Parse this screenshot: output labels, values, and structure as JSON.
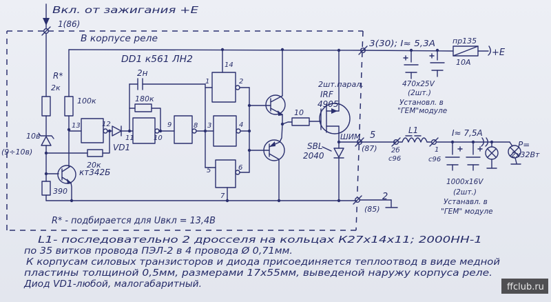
{
  "colors": {
    "ink": "#2a2f6e",
    "paper": "#eaecf2",
    "watermark_bg": "#4f4f52"
  },
  "labels": {
    "ignition": "Вкл. от зажигания +Е",
    "t1": "1(86)",
    "relay_case": "В корпусе реле",
    "dd1": "DD1  к561 ЛН2",
    "r_star": "R*",
    "r_star_val": "2к",
    "r100k": "100к",
    "c2n": "2н",
    "r180k": "180к",
    "vd1": "VD1",
    "zener_v": "10в",
    "zener_range": "(9÷10в)",
    "r20k": "20к",
    "kt342": "кт342Б",
    "r390": "390",
    "r_note": "R* - подбирается для Uвкл = 13,4В",
    "r10": "10",
    "par_note": "2шт.парал.",
    "irf1": "IRF",
    "irf2": "4905",
    "shim": "ШИМ",
    "sbl1": "SBL",
    "sbl2": "2040",
    "t3": "3(30); I≈ 5,3А",
    "fuse_name": "пр135",
    "fuse_a": "10А",
    "plus_e": "+Е",
    "cap470_1": "470х25V",
    "cap470_2": "(2шт.)",
    "cap470_3": "Установл. в",
    "cap470_4": "\"ГЕМ\"модуле",
    "t5": "5",
    "t5b": "(87)",
    "c2b": "2б",
    "c2b_s": "с96",
    "c1": "1",
    "c1_s": "с96",
    "l1": "L1",
    "i75": "I≈ 7,5А",
    "p_eq": "Р=",
    "p_val": "2х32Вт",
    "cap1000_1": "1000х16V",
    "cap1000_2": "(2шт.)",
    "cap1000_3": "Устанавл. в",
    "cap1000_4": "\"ГЕМ\" модуле",
    "t2": "2",
    "t2b": "(85)"
  },
  "pins": {
    "p13": "13",
    "p12": "12",
    "p11": "11",
    "p10": "10",
    "p9": "9",
    "p8": "8",
    "p1": "1",
    "p2": "2",
    "p14": "14",
    "p3": "3",
    "p4": "4",
    "p5": "5",
    "p6": "6",
    "p7": "7"
  },
  "notes": {
    "line1": "L1- последовательно 2 дросселя на кольцах К27х14х11; 2000НН-1",
    "line2": "по 35 витков провода ПЭЛ-2 в 4 провода Ø 0,71мм.",
    "line3": "К корпусам силовых транзисторов и диода присоединяется теплоотвод в виде медной",
    "line4": "пластины толщиной 0,5мм, размерами 17х55мм, выведеной наружу корпуса реле.",
    "line5": "Диод VD1-любой, малогабаритный."
  },
  "watermark": "ffclub.ru"
}
